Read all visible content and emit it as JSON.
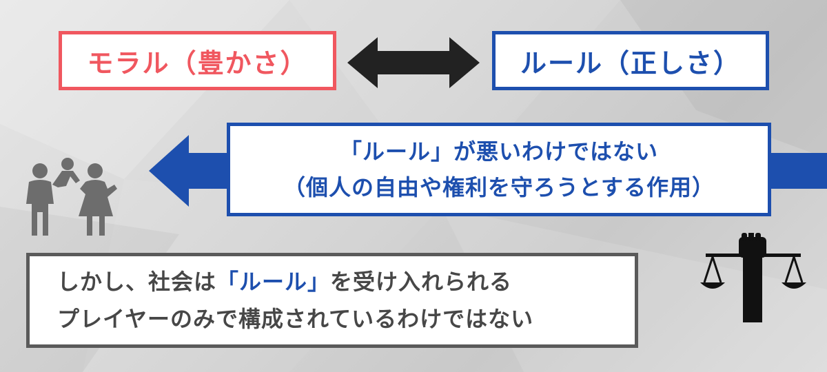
{
  "moral_box": {
    "text": "モラル（豊かさ）"
  },
  "rule_box": {
    "text": "ルール（正しさ）"
  },
  "rule_note": {
    "line1": "「ルール」が悪いわけではない",
    "line2": "（個人の自由や権利を守ろうとする作用）"
  },
  "society_note": {
    "line1_prefix": "しかし、社会は",
    "line1_highlight": "「ルール」",
    "line1_suffix": "を受け入れられる",
    "line2": "プレイヤーのみで構成されているわけではない"
  },
  "colors": {
    "moral": "#f0575f",
    "rule": "#1d4fae",
    "neutral_border": "#5a5a5a",
    "double_arrow": "#222222",
    "family_icon": "#6d6d6d",
    "justice_icon": "#111111"
  },
  "icons": [
    "double-arrow-icon",
    "left-arrow-icon",
    "family-icon",
    "justice-scale-fist-icon"
  ]
}
